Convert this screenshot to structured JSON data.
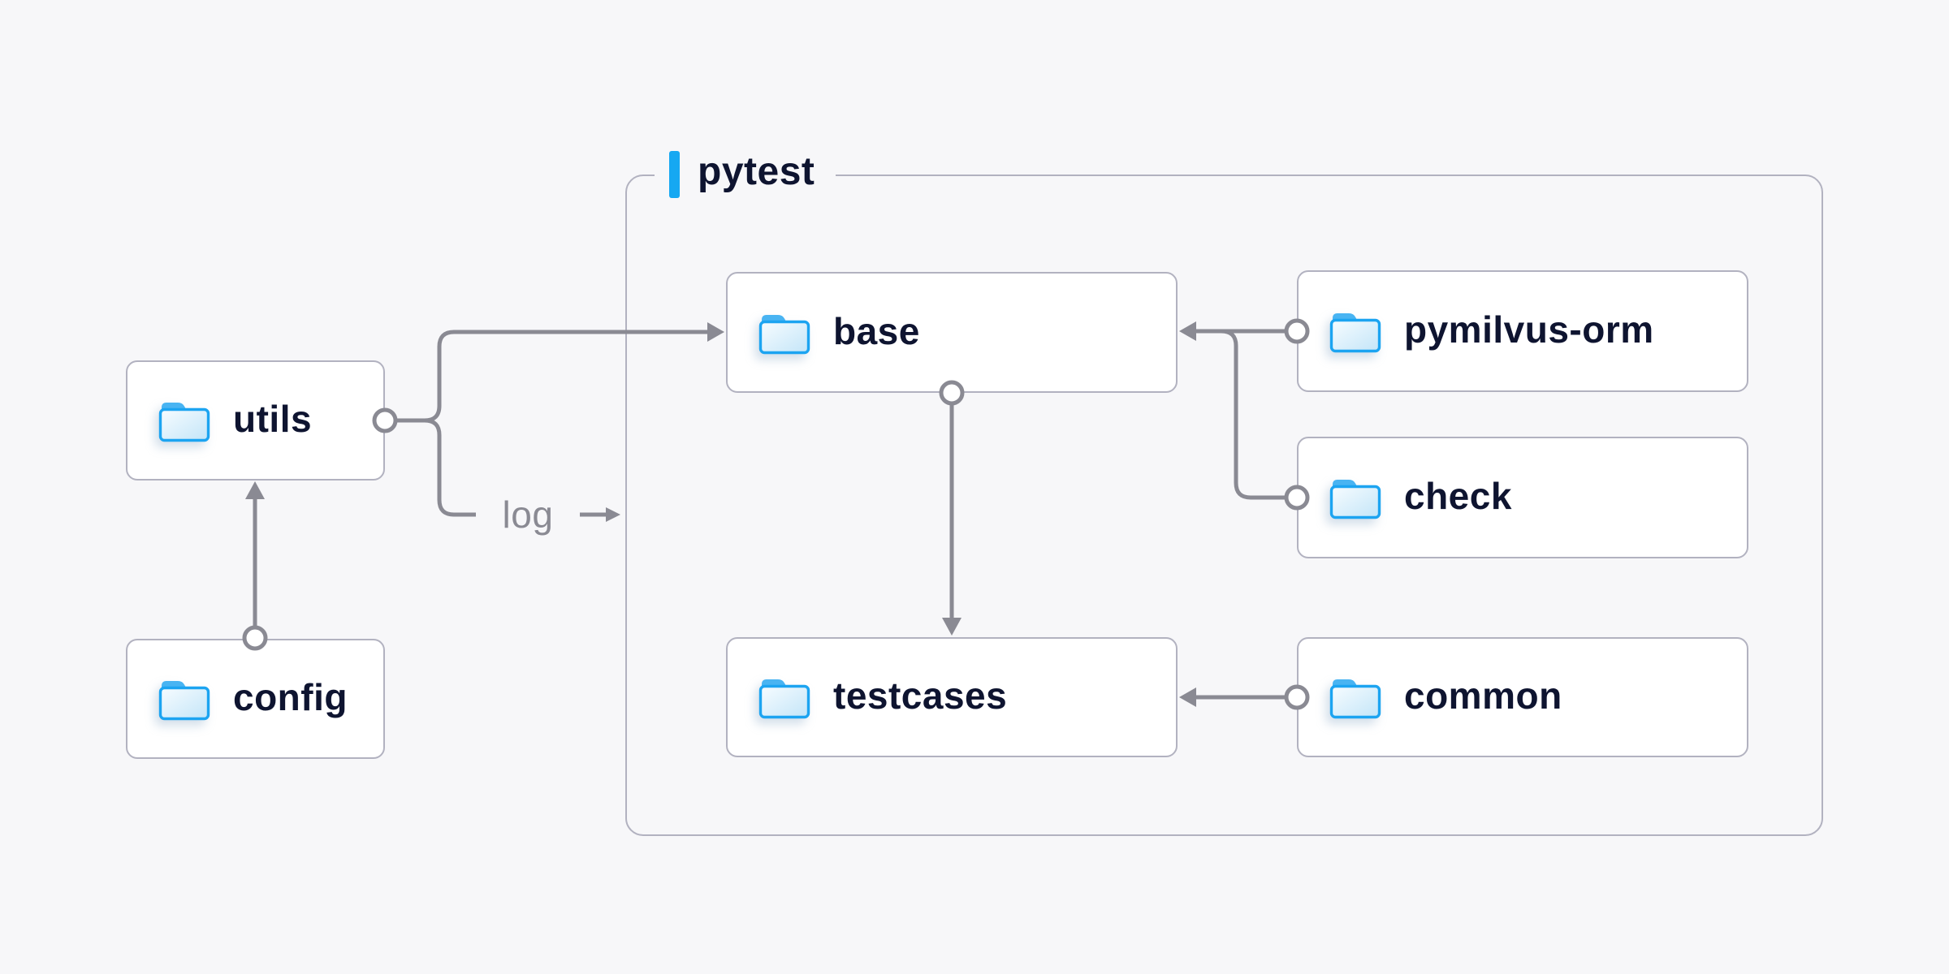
{
  "diagram": {
    "background_color": "#f7f7f9",
    "container": {
      "label": "pytest",
      "accent_color": "#16a8f2",
      "border_color": "#b2b2c0"
    },
    "nodes": [
      {
        "id": "utils",
        "label": "utils",
        "icon": "folder-icon"
      },
      {
        "id": "config",
        "label": "config",
        "icon": "folder-icon"
      },
      {
        "id": "base",
        "label": "base",
        "icon": "folder-icon",
        "group": "pytest"
      },
      {
        "id": "pymilvus-orm",
        "label": "pymilvus-orm",
        "icon": "folder-icon",
        "group": "pytest"
      },
      {
        "id": "check",
        "label": "check",
        "icon": "folder-icon",
        "group": "pytest"
      },
      {
        "id": "testcases",
        "label": "testcases",
        "icon": "folder-icon",
        "group": "pytest"
      },
      {
        "id": "common",
        "label": "common",
        "icon": "folder-icon",
        "group": "pytest"
      }
    ],
    "edges": [
      {
        "from": "config",
        "to": "utils",
        "label": ""
      },
      {
        "from": "utils",
        "to": "base",
        "label": ""
      },
      {
        "from": "utils",
        "to": "pytest",
        "label": "log"
      },
      {
        "from": "pymilvus-orm",
        "to": "base",
        "label": ""
      },
      {
        "from": "check",
        "to": "base",
        "label": ""
      },
      {
        "from": "base",
        "to": "testcases",
        "label": ""
      },
      {
        "from": "common",
        "to": "testcases",
        "label": ""
      }
    ],
    "colors": {
      "node_text": "#0e1430",
      "edge": "#8a8a93",
      "node_border": "#b2b2c0",
      "folder_blue": "#1ca4f1"
    }
  }
}
